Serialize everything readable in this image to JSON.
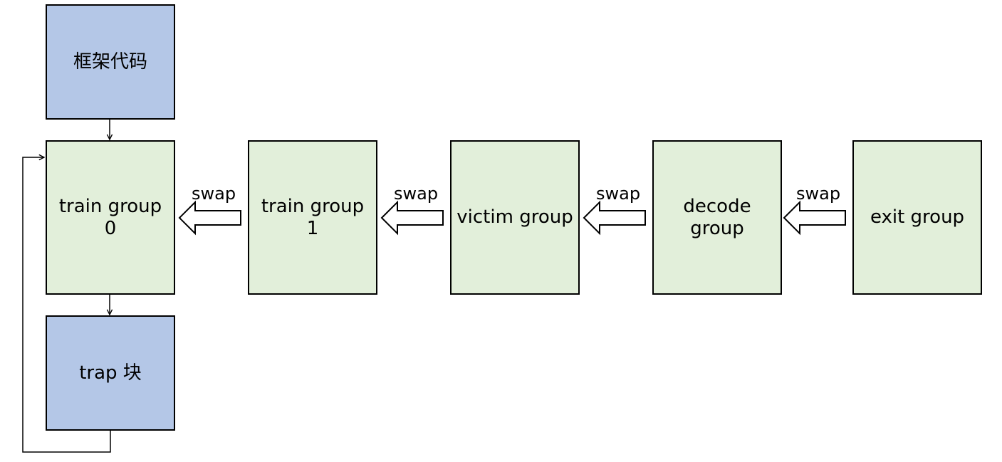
{
  "diagram": {
    "nodes": {
      "framework": "框架代码",
      "train0": "train group\n0",
      "trap": "trap 块",
      "train1": "train group\n1",
      "victim": "victim group",
      "decode": "decode group",
      "exit": "exit group"
    },
    "swap_labels": [
      "swap",
      "swap",
      "swap",
      "swap"
    ],
    "colors": {
      "entry_block": "#b4c7e7",
      "group_block": "#e2efda",
      "stroke": "#000000"
    }
  }
}
